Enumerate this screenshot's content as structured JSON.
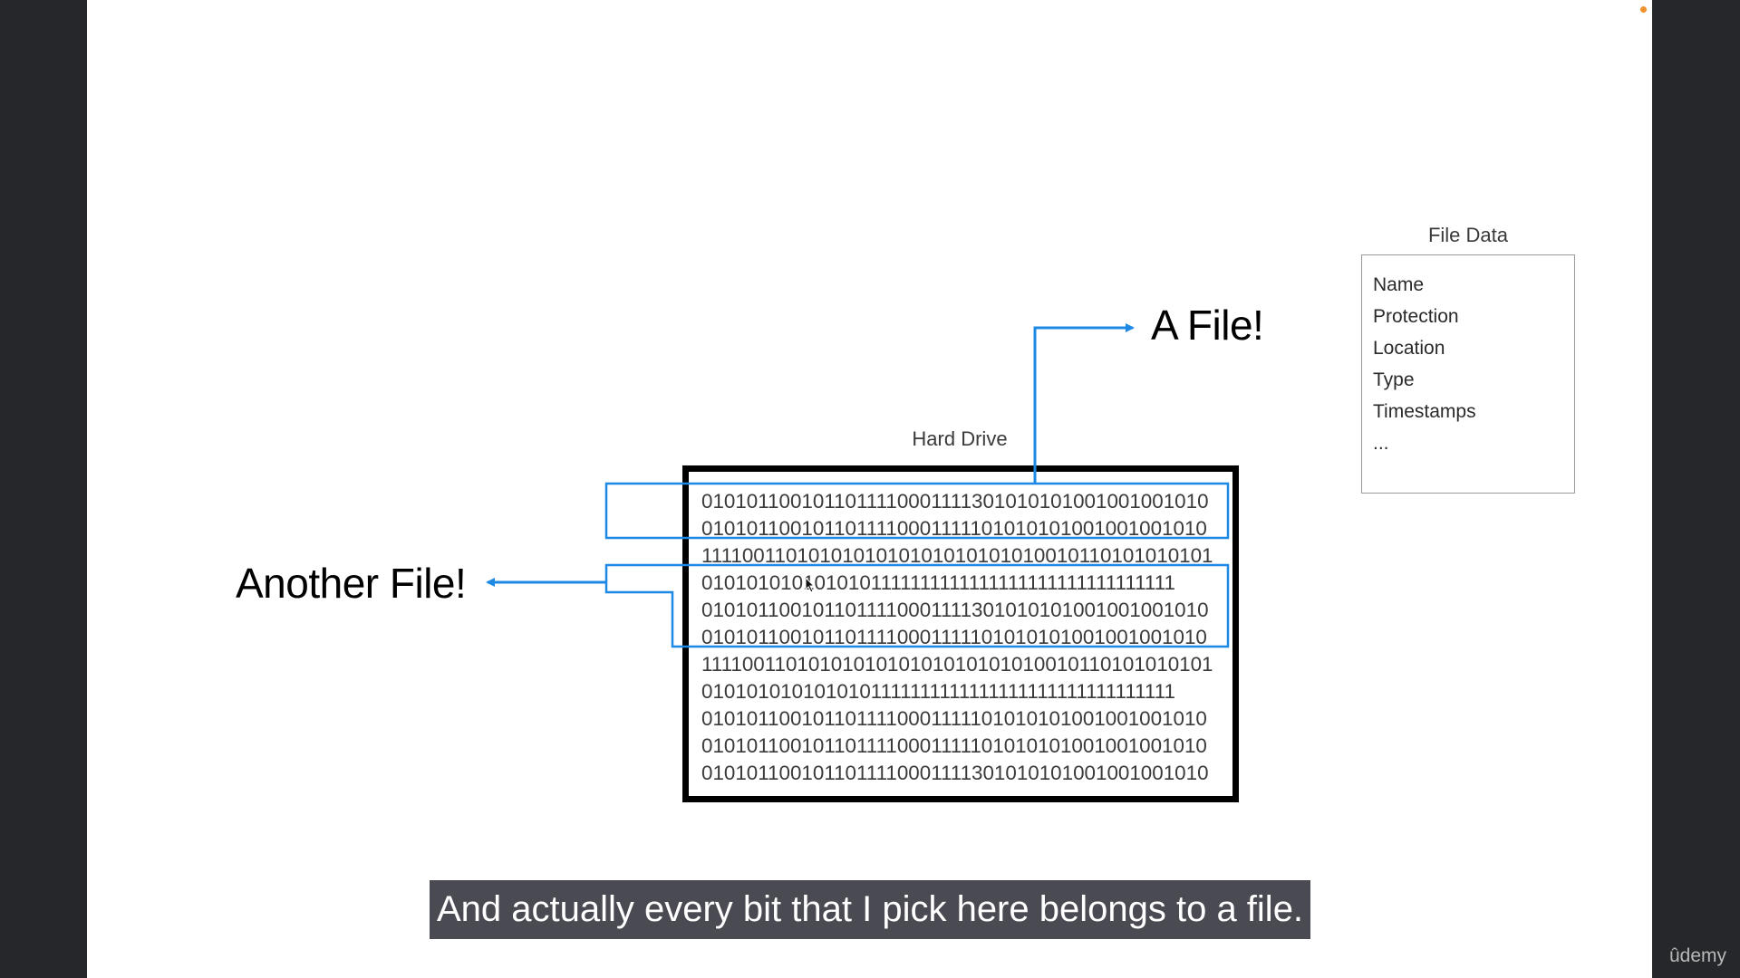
{
  "slide": {
    "file_data": {
      "title": "File Data",
      "items": [
        "Name",
        "Protection",
        "Location",
        "Type",
        "Timestamps",
        "..."
      ]
    },
    "a_file_label": "A File!",
    "another_file_label": "Another File!",
    "hard_drive": {
      "title": "Hard Drive",
      "rows": [
        "0101011001011011110001111301010101001001001010",
        "0101011001011011110001111101010101001001001010",
        "1111001101010101010101010101010010110101010101",
        "0101010101010101111111111111111111111111111111",
        "0101011001011011110001111301010101001001001010",
        "0101011001011011110001111101010101001001001010",
        "1111001101010101010101010101010010110101010101",
        "0101010101010101111111111111111111111111111111",
        "0101011001011011110001111101010101001001001010",
        "0101011001011011110001111101010101001001001010",
        "0101011001011011110001111301010101001001001010"
      ]
    }
  },
  "player": {
    "caption": "And actually every bit that I pick here belongs to a file.",
    "brand": "ûdemy"
  },
  "colors": {
    "highlight": "#1e88e5",
    "background": "#25272b",
    "slide": "#ffffff",
    "caption_bg": "#4a4a52"
  }
}
